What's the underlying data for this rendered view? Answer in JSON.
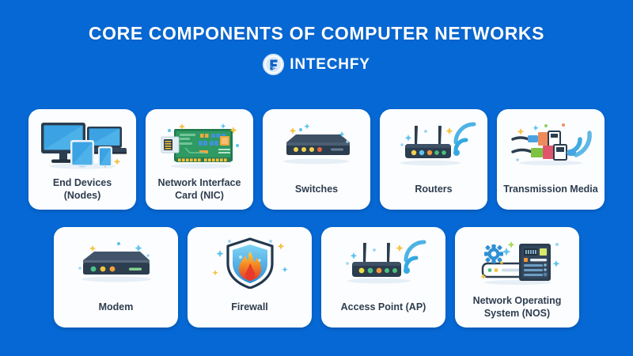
{
  "header": {
    "title": "CORE COMPONENTS OF COMPUTER NETWORKS",
    "brand_name": "INTECHFY",
    "brand_icon": "intechfy-f-logo-icon",
    "title_color": "#ffffff",
    "background_color": "#0668d4"
  },
  "cards": {
    "row1": [
      {
        "label": "End Devices (Nodes)",
        "icon": "devices-monitor-laptop-tablet-phone-icon"
      },
      {
        "label": "Network Interface Card (NIC)",
        "icon": "circuit-board-nic-icon"
      },
      {
        "label": "Switches",
        "icon": "network-switch-icon"
      },
      {
        "label": "Routers",
        "icon": "router-antenna-wifi-icon"
      },
      {
        "label": "Transmission Media",
        "icon": "cables-connectors-wireless-icon"
      }
    ],
    "row2": [
      {
        "label": "Modem",
        "icon": "modem-device-icon"
      },
      {
        "label": "Firewall",
        "icon": "shield-flame-icon"
      },
      {
        "label": "Access Point (AP)",
        "icon": "access-point-wifi-icon"
      },
      {
        "label": "Network Operating System (NOS)",
        "icon": "server-rack-gear-icon"
      }
    ]
  },
  "palette": {
    "background": "#0668d4",
    "card_background": "#fcfdfe",
    "label_text": "#2e3d4f",
    "device_dark": "#253544",
    "device_blue": "#2f9de0",
    "pcb_green": "#1f7a4d",
    "flame_orange": "#f7941e",
    "accent_cyan": "#35a8e0"
  }
}
